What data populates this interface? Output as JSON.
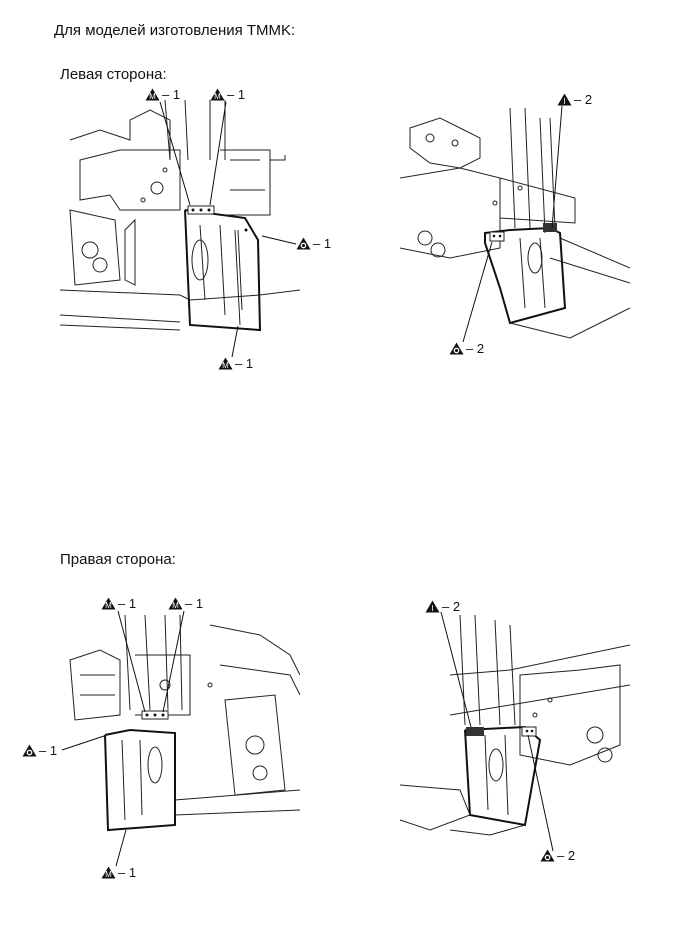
{
  "title": "Для моделей изготовления TMMK:",
  "left_side": {
    "heading": "Левая сторона:",
    "callouts": [
      {
        "symbol": "M-weld-triangle-icon",
        "text": "– 1"
      },
      {
        "symbol": "M-weld-triangle-icon",
        "text": "– 1"
      },
      {
        "symbol": "O-weld-triangle-icon",
        "text": "– 1"
      },
      {
        "symbol": "M-weld-triangle-icon",
        "text": "– 1"
      },
      {
        "symbol": "I-weld-triangle-icon",
        "text": "– 2"
      },
      {
        "symbol": "O-weld-triangle-icon",
        "text": "– 2"
      }
    ]
  },
  "right_side": {
    "heading": "Правая сторона:",
    "callouts": [
      {
        "symbol": "M-weld-triangle-icon",
        "text": "– 1"
      },
      {
        "symbol": "M-weld-triangle-icon",
        "text": "– 1"
      },
      {
        "symbol": "O-weld-triangle-icon",
        "text": "– 1"
      },
      {
        "symbol": "M-weld-triangle-icon",
        "text": "– 1"
      },
      {
        "symbol": "I-weld-triangle-icon",
        "text": "– 2"
      },
      {
        "symbol": "O-weld-triangle-icon",
        "text": "– 2"
      }
    ]
  },
  "symbol_letters": {
    "M": "M",
    "O": "O",
    "I": "I"
  }
}
